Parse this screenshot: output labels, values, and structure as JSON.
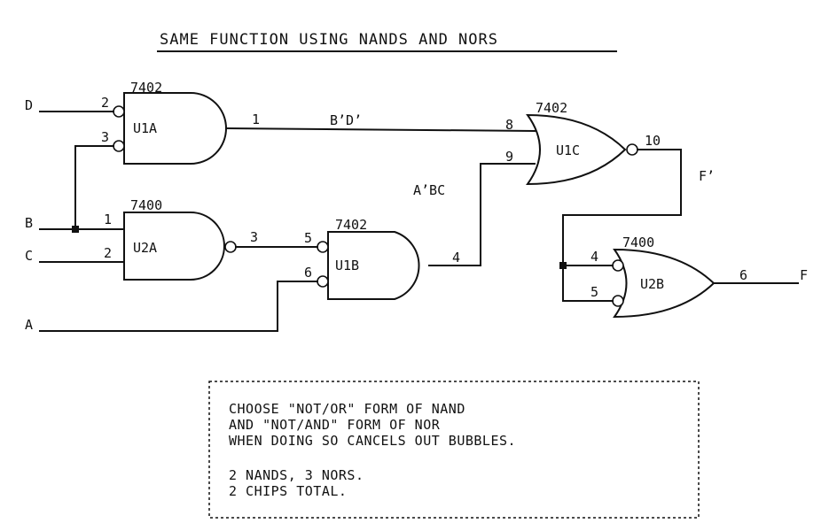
{
  "title": "SAME FUNCTION USING NANDS AND NORS",
  "inputs": {
    "d": "D",
    "b": "B",
    "c": "C",
    "a": "A"
  },
  "output": "F",
  "gates": {
    "u1a": {
      "chip": "7402",
      "name": "U1A",
      "pin_in1": "2",
      "pin_in2": "3",
      "pin_out": "1"
    },
    "u2a": {
      "chip": "7400",
      "name": "U2A",
      "pin_in1": "1",
      "pin_in2": "2",
      "pin_out": "3"
    },
    "u1b": {
      "chip": "7402",
      "name": "U1B",
      "pin_in1": "5",
      "pin_in2": "6",
      "pin_out": "4"
    },
    "u1c": {
      "chip": "7402",
      "name": "U1C",
      "pin_in1": "8",
      "pin_in2": "9",
      "pin_out": "10"
    },
    "u2b": {
      "chip": "7400",
      "name": "U2B",
      "pin_in1": "4",
      "pin_in2": "5",
      "pin_out": "6"
    }
  },
  "signals": {
    "bd": "B’D’",
    "abc": "A’BC",
    "fp": "F’"
  },
  "note": {
    "lines": [
      "CHOOSE \"NOT/OR\" FORM OF NAND",
      "AND \"NOT/AND\" FORM OF NOR",
      "WHEN DOING SO CANCELS OUT BUBBLES.",
      "2 NANDS, 3 NORS.",
      "2 CHIPS TOTAL."
    ]
  }
}
